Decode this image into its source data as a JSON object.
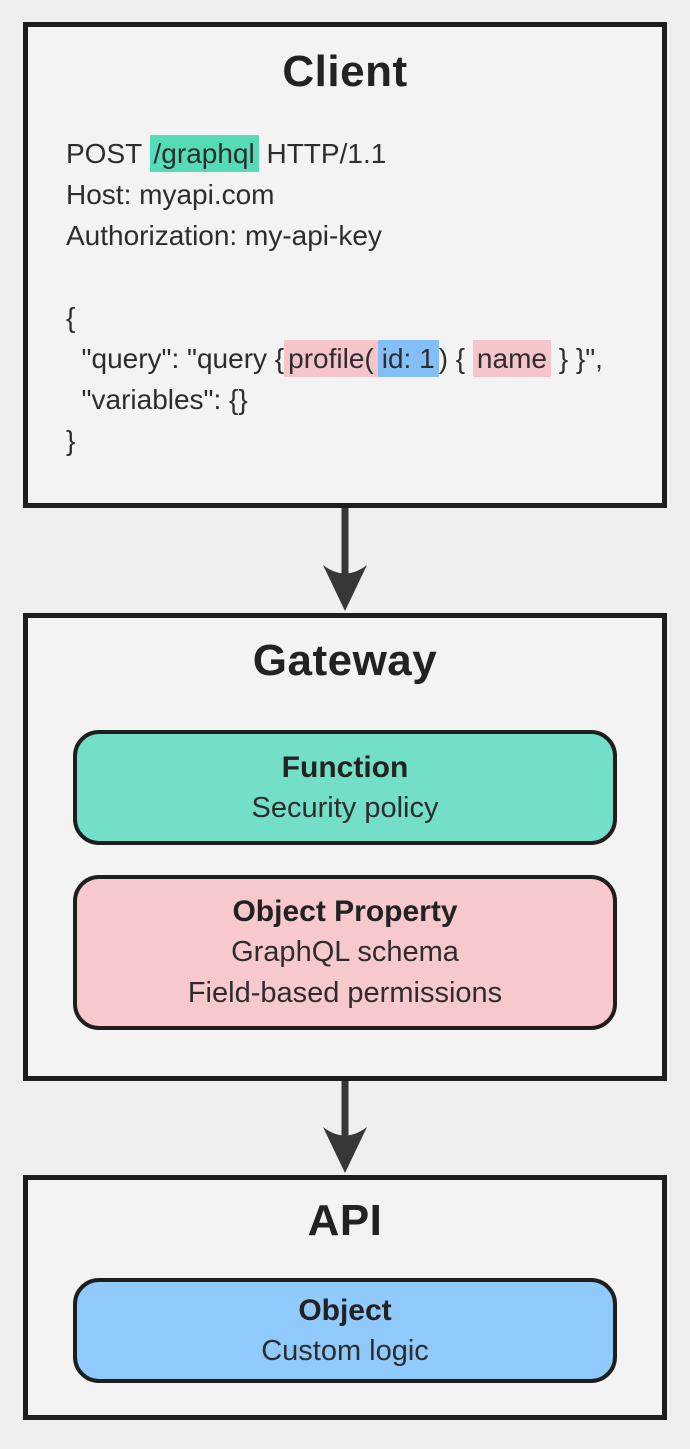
{
  "palette": {
    "page_bg": "#efefee",
    "panel_bg": "#f2f3f2",
    "border_dark": "#1e1e1c",
    "text_dark": "#222222",
    "text_body": "#2d2d2d",
    "teal_highlight": "#55dcb7",
    "teal_card": "#74dfc8",
    "pink_highlight": "#f6c5ca",
    "pink_card": "#f7c9cc",
    "blue_highlight": "#84bef7",
    "blue_card": "#90c9fc",
    "arrow_color": "#373737"
  },
  "client": {
    "title": "Client",
    "http": {
      "method_prefix": "POST ",
      "path": "/graphql",
      "version_suffix": " HTTP/1.1",
      "host": "Host: myapi.com",
      "authorization": "Authorization: my-api-key"
    },
    "body": {
      "open": "{",
      "query_prefix": "  \"query\": \"query {",
      "profile_call": "profile(",
      "id_arg": "id: 1",
      "mid": ") { ",
      "name_field": "name",
      "query_suffix": " } }\",",
      "variables": "  \"variables\": {}",
      "close": "}"
    }
  },
  "gateway": {
    "title": "Gateway",
    "cards": [
      {
        "title": "Function",
        "color": "teal",
        "lines": [
          "Security policy"
        ]
      },
      {
        "title": "Object Property",
        "color": "pink",
        "lines": [
          "GraphQL schema",
          "Field-based permissions"
        ]
      }
    ]
  },
  "api": {
    "title": "API",
    "cards": [
      {
        "title": "Object",
        "color": "blue",
        "lines": [
          "Custom logic"
        ]
      }
    ]
  }
}
